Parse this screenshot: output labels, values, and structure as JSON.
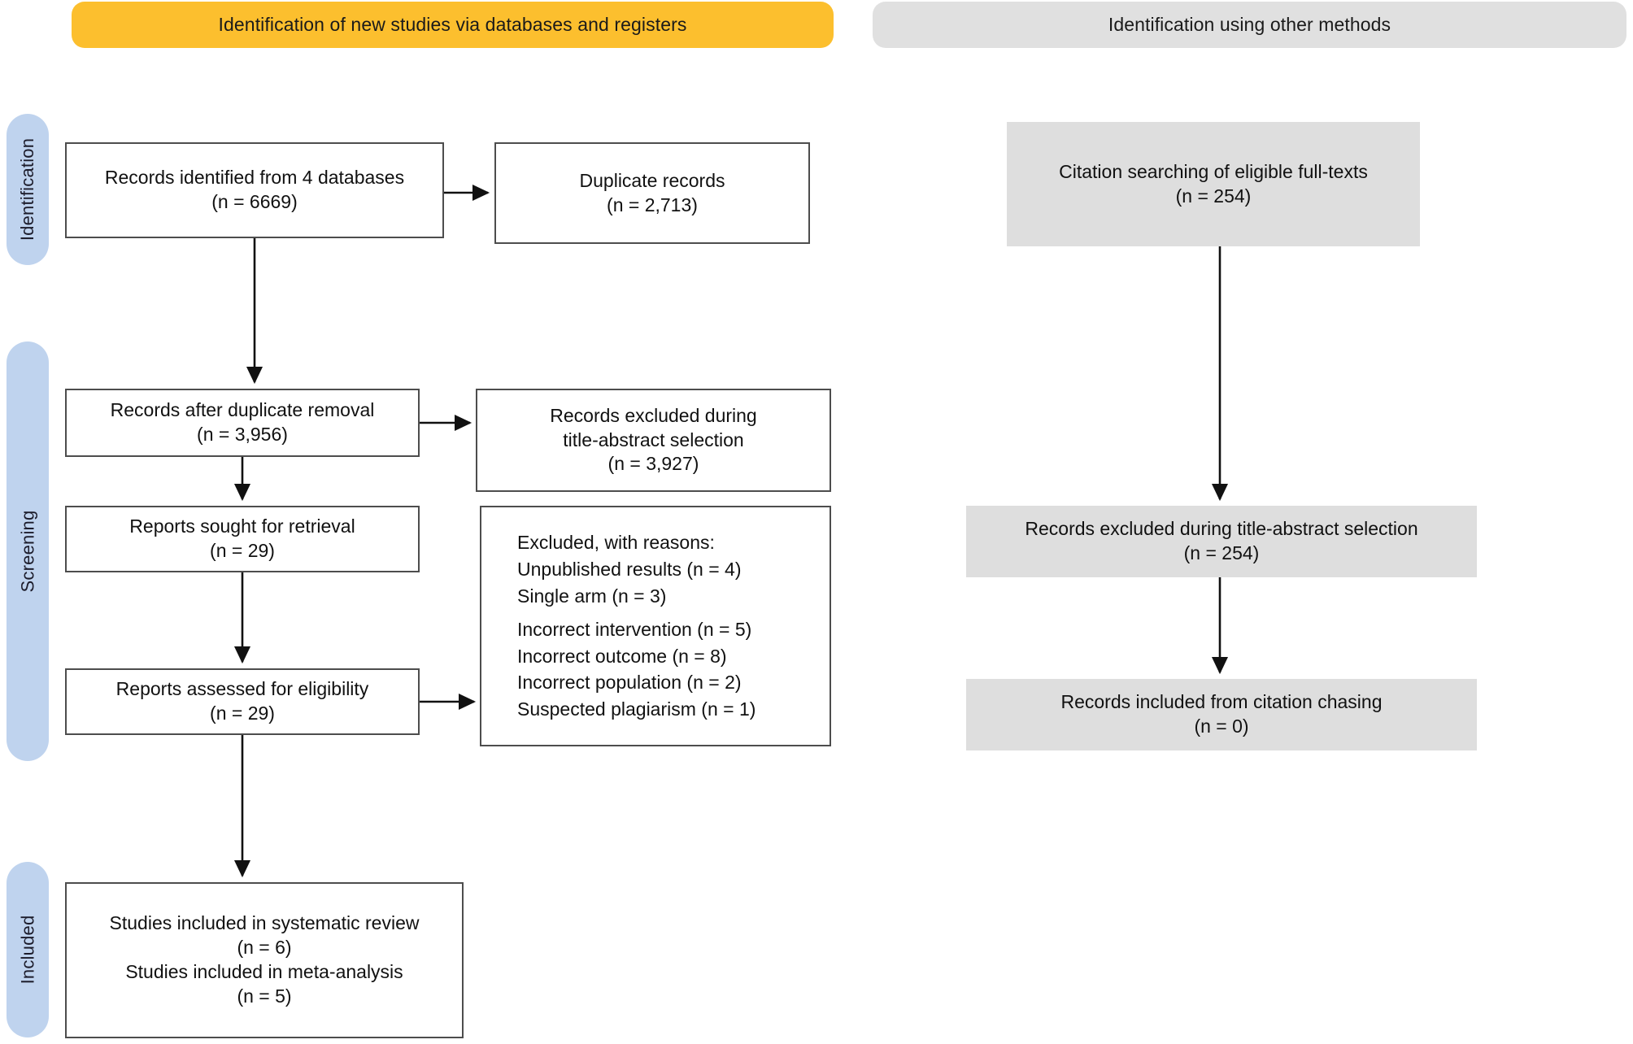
{
  "banners": {
    "databases": "Identification of new studies via databases and registers",
    "other_methods": "Identification using other methods",
    "databases_color": "#FCBF2E",
    "other_methods_color": "#E0E0E0"
  },
  "rails": {
    "identification": "Identification",
    "screening": "Screening",
    "included": "Included",
    "color": "#BFD3EE"
  },
  "boxes": {
    "records_identified": {
      "line1": "Records identified from 4 databases",
      "line2": "(n = 6669)"
    },
    "duplicates": {
      "line1": "Duplicate records",
      "line2": "(n = 2,713)"
    },
    "after_duplicates": {
      "line1": "Records after duplicate removal",
      "line2": "(n = 3,956)"
    },
    "excluded_title_abstract": {
      "line1": "Records excluded during",
      "line2": "title-abstract selection",
      "line3": "(n = 3,927)"
    },
    "reports_sought": {
      "line1": "Reports sought for retrieval",
      "line2": "(n = 29)"
    },
    "excluded_with_reasons": {
      "heading": "Excluded, with reasons:",
      "reasons": [
        "Unpublished results (n = 4)",
        "Single arm (n = 3)",
        "Incorrect intervention (n = 5)",
        "Incorrect outcome (n = 8)",
        "Incorrect population (n = 2)",
        "Suspected plagiarism (n = 1)"
      ]
    },
    "reports_assessed": {
      "line1": "Reports assessed for eligibility",
      "line2": "(n = 29)"
    },
    "studies_included": {
      "line1": "Studies included in systematic review",
      "line2": "(n = 6)",
      "line3": "Studies included in meta-analysis",
      "line4": "(n = 5)"
    },
    "citation_search": {
      "line1": "Citation searching of eligible full-texts",
      "line2": "(n = 254)"
    },
    "citation_excluded": {
      "line1": "Records excluded during title-abstract selection",
      "line2": "(n = 254)"
    },
    "citation_included": {
      "line1": "Records included from citation chasing",
      "line2": "(n = 0)"
    }
  }
}
